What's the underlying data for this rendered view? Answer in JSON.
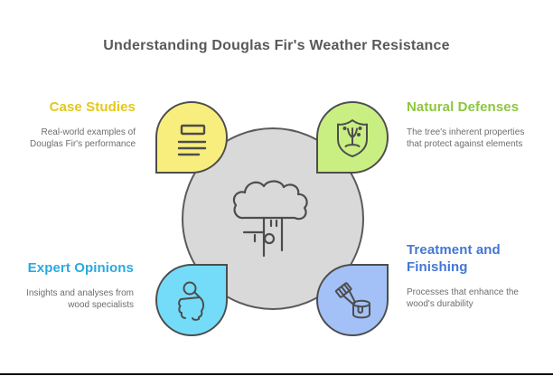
{
  "title": "Understanding Douglas Fir's Weather Resistance",
  "colors": {
    "title_text": "#58595b",
    "body_text": "#6d6e71",
    "outline": "#4d4d4d",
    "circle_fill": "#d9d9d9",
    "circle_stroke": "#5a5a5a",
    "bottom_bar": "#111111"
  },
  "center": {
    "icon": "tree-cloud-icon"
  },
  "sections": [
    {
      "id": "case-studies",
      "label": "Case Studies",
      "description": "Real-world examples of Douglas Fir's performance",
      "heading_color": "#e3c81c",
      "icon": "document-lines-icon",
      "icon_fill": "#f8ee7d"
    },
    {
      "id": "natural-defenses",
      "label": "Natural Defenses",
      "description": "The tree's inherent properties that protect against elements",
      "heading_color": "#8dc63f",
      "icon": "shield-tree-icon",
      "icon_fill": "#c9ef83"
    },
    {
      "id": "expert-opinions",
      "label": "Expert Opinions",
      "description": "Insights and analyses from wood specialists",
      "heading_color": "#29aae1",
      "icon": "person-magnifier-icon",
      "icon_fill": "#74dcf9"
    },
    {
      "id": "treatment-finishing",
      "label": "Treatment and Finishing",
      "description": "Processes that enhance the wood's durability",
      "heading_color": "#4377d6",
      "icon": "paintbrush-paint-can-icon",
      "icon_fill": "#a3c1f7"
    }
  ]
}
